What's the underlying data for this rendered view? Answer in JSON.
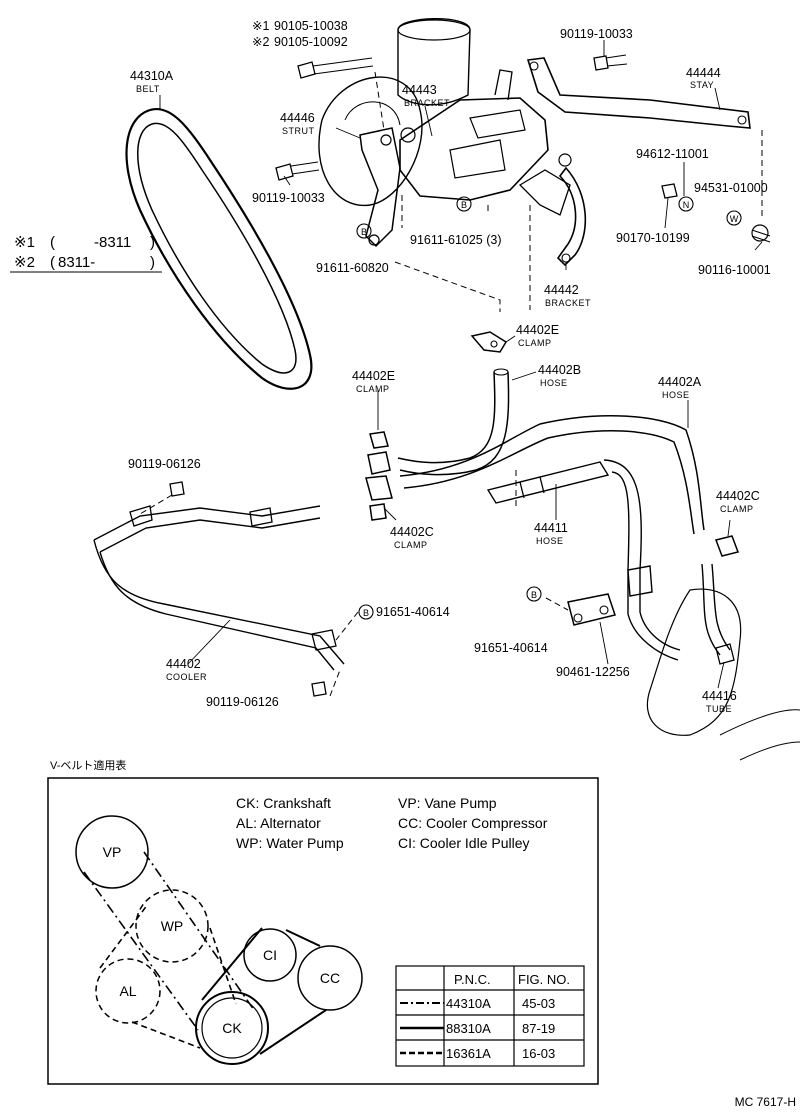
{
  "callouts": [
    {
      "id": "c1",
      "number": "90105-10038",
      "mark": "※1"
    },
    {
      "id": "c2",
      "number": "90105-10092",
      "mark": "※2"
    },
    {
      "id": "c3",
      "number": "90119-10033"
    },
    {
      "id": "c4",
      "number": "44444",
      "caption": "STAY"
    },
    {
      "id": "c5",
      "number": "44310A",
      "caption": "BELT"
    },
    {
      "id": "c6",
      "number": "44443",
      "caption": "BRACKET"
    },
    {
      "id": "c7",
      "number": "44446",
      "caption": "STRUT"
    },
    {
      "id": "c8",
      "number": "94612-11001"
    },
    {
      "id": "c9",
      "number": "90119-10033"
    },
    {
      "id": "c10",
      "number": "94531-01000"
    },
    {
      "id": "c11",
      "number": "91611-61025 (3)"
    },
    {
      "id": "c12",
      "number": "90170-10199"
    },
    {
      "id": "c13",
      "number": "90116-10001"
    },
    {
      "id": "c14",
      "number": "91611-60820"
    },
    {
      "id": "c15",
      "number": "44442",
      "caption": "BRACKET"
    },
    {
      "id": "c16",
      "number": "44402E",
      "caption": "CLAMP"
    },
    {
      "id": "c17",
      "number": "44402E",
      "caption": "CLAMP"
    },
    {
      "id": "c18",
      "number": "44402B",
      "caption": "HOSE"
    },
    {
      "id": "c19",
      "number": "44402A",
      "caption": "HOSE"
    },
    {
      "id": "c20",
      "number": "90119-06126"
    },
    {
      "id": "c21",
      "number": "44402C",
      "caption": "CLAMP"
    },
    {
      "id": "c22",
      "number": "44402C",
      "caption": "CLAMP"
    },
    {
      "id": "c23",
      "number": "44411",
      "caption": "HOSE"
    },
    {
      "id": "c24",
      "number": "91651-40614"
    },
    {
      "id": "c25",
      "number": "91651-40614"
    },
    {
      "id": "c26",
      "number": "44402",
      "caption": "COOLER"
    },
    {
      "id": "c27",
      "number": "90461-12256"
    },
    {
      "id": "c28",
      "number": "44416",
      "caption": "TUBE"
    },
    {
      "id": "c29",
      "number": "90119-06126"
    }
  ],
  "markers": {
    "b": "B",
    "n": "N",
    "w": "W"
  },
  "applicability": {
    "row1": {
      "mark": "※1",
      "open": "(",
      "close": ")",
      "range": "-8311"
    },
    "row2": {
      "mark": "※2",
      "open": "(",
      "close": ")",
      "range": "8311-"
    }
  },
  "belt_table": {
    "title": "V-ベルト適用表",
    "legend": [
      {
        "code": "CK",
        "desc": "CK: Crankshaft"
      },
      {
        "code": "AL",
        "desc": "AL: Alternator"
      },
      {
        "code": "WP",
        "desc": "WP: Water Pump"
      },
      {
        "code": "VP",
        "desc": "VP: Vane Pump"
      },
      {
        "code": "CC",
        "desc": "CC: Cooler Compressor"
      },
      {
        "code": "CI",
        "desc": "CI: Cooler Idle Pulley"
      }
    ],
    "pulleys": {
      "vp": "VP",
      "wp": "WP",
      "al": "AL",
      "ck": "CK",
      "ci": "CI",
      "cc": "CC"
    },
    "headers": [
      "P.N.C.",
      "FIG. NO."
    ],
    "rows": [
      {
        "line": "dash-dot",
        "pnc": "44310A",
        "fig": "45-03"
      },
      {
        "line": "solid",
        "pnc": "88310A",
        "fig": "87-19"
      },
      {
        "line": "dashed",
        "pnc": "16361A",
        "fig": "16-03"
      }
    ]
  },
  "drawing_code": "MC 7617-H"
}
